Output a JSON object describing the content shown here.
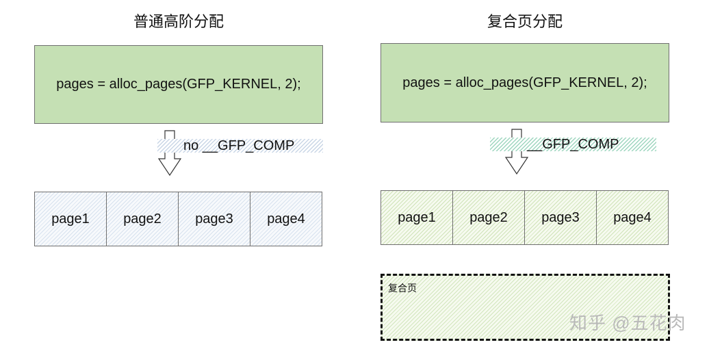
{
  "left": {
    "title": "普通高阶分配",
    "code": "pages = alloc_pages(GFP_KERNEL, 2);",
    "flag": "no __GFP_COMP",
    "pages": [
      "page1",
      "page2",
      "page3",
      "page4"
    ]
  },
  "right": {
    "title": "复合页分配",
    "code": "pages = alloc_pages(GFP_KERNEL, 2);",
    "flag": "__GFP_COMP",
    "pages": [
      "page1",
      "page2",
      "page3",
      "page4"
    ],
    "compound_label": "复合页"
  },
  "watermark": "知乎 @五花肉",
  "colors": {
    "code_box_fill": "#c5e0b4",
    "left_flag_hatch": "#c9d6e6",
    "right_flag_hatch": "#9ed6bf",
    "compound_border": "#111111"
  }
}
